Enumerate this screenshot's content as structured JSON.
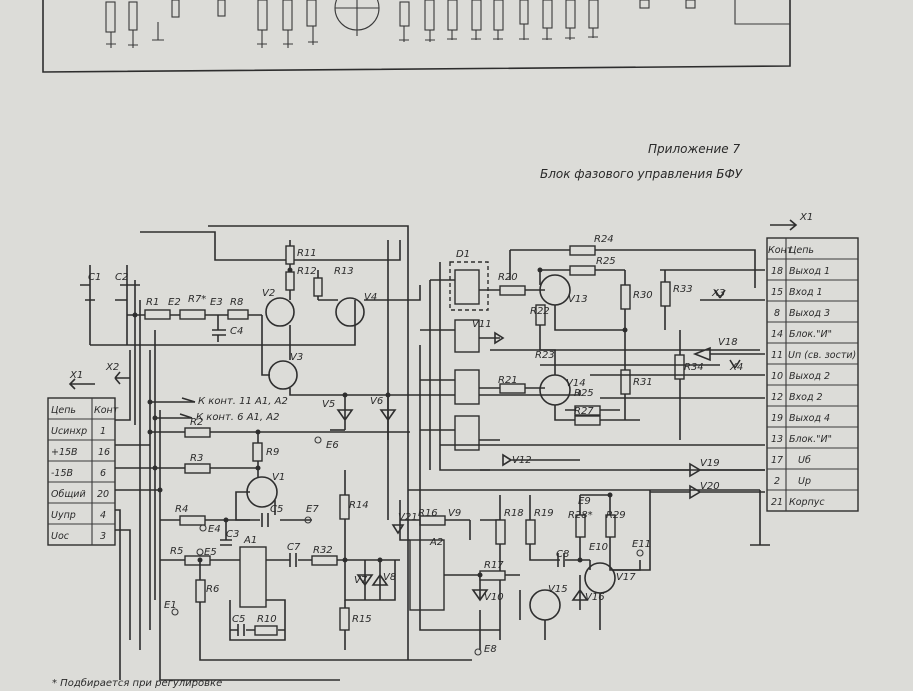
{
  "header": {
    "appendix": "Приложение 7",
    "title": "Блок фазового управления БФУ"
  },
  "footnote": "* Подбирается при регулировке",
  "left_connector": {
    "name": "X1",
    "x2": "X2",
    "col_circuit": "Цепь",
    "col_contact": "Конт",
    "rows": [
      {
        "circuit": "Uсинхр",
        "contact": "1"
      },
      {
        "circuit": "+15В",
        "contact": "16"
      },
      {
        "circuit": "-15В",
        "contact": "6"
      },
      {
        "circuit": "Общий",
        "contact": "20"
      },
      {
        "circuit": "Uупр",
        "contact": "4"
      },
      {
        "circuit": "Uос",
        "contact": "3"
      }
    ]
  },
  "right_connector": {
    "name": "X1",
    "col_contact": "Конт",
    "col_circuit": "Цепь",
    "rows": [
      {
        "contact": "18",
        "circuit": "Выход 1"
      },
      {
        "contact": "15",
        "circuit": "Вход 1"
      },
      {
        "contact": "8",
        "circuit": "Выход 3"
      },
      {
        "contact": "14",
        "circuit": "Блок.\"И\""
      },
      {
        "contact": "11",
        "circuit": "Uп (св. зости)"
      },
      {
        "contact": "10",
        "circuit": "Выход 2"
      },
      {
        "contact": "12",
        "circuit": "Вход 2"
      },
      {
        "contact": "19",
        "circuit": "Выход 4"
      },
      {
        "contact": "13",
        "circuit": "Блок.\"И\""
      },
      {
        "contact": "17",
        "circuit": "Uб"
      },
      {
        "contact": "2",
        "circuit": "Uр"
      },
      {
        "contact": "21",
        "circuit": "Корпус"
      }
    ]
  },
  "notes": {
    "to_contact_11": "К конт. 11 А1, А2",
    "to_contact_6": "К конт. 6 А1, А2"
  },
  "components": {
    "C1": "C1",
    "C2": "C2",
    "R1": "R1",
    "E2": "E2",
    "R7": "R7*",
    "E3": "E3",
    "R8": "R8",
    "C4": "C4",
    "V2": "V2",
    "R11": "R11",
    "R12": "R12",
    "R13": "R13",
    "V4": "V4",
    "V3": "V3",
    "V5": "V5",
    "V6": "V6",
    "E6": "E6",
    "R2": "R2",
    "R9": "R9",
    "R3": "R3",
    "V1": "V1",
    "R4": "R4",
    "E4": "E4",
    "C3": "C3",
    "C5": "C5",
    "E7": "E7",
    "R14": "R14",
    "A1": "A1",
    "E5": "E5",
    "C7": "C7",
    "R5": "R5",
    "R32": "R32",
    "R6": "R6",
    "E1": "E1",
    "C5b": "C5",
    "R10": "R10",
    "V7": "V7",
    "V8": "V8",
    "V21": "V21",
    "R16": "R16",
    "V9": "V9",
    "A2": "A2",
    "R17": "R17",
    "V10": "V10",
    "R15": "R15",
    "E8": "E8",
    "R18": "R18",
    "R19": "R19",
    "E9": "E9",
    "R28": "R28*",
    "R29": "R29",
    "C8": "C8",
    "E10": "E10",
    "E11": "E11",
    "V15": "V15",
    "V16": "V16",
    "V17": "V17",
    "D1": "D1",
    "R20": "R20",
    "V13": "V13",
    "R22": "R22",
    "R24": "R24",
    "R25": "R25",
    "R30": "R30",
    "R33": "R33",
    "X3": "X3",
    "V11": "V11",
    "R23": "R23",
    "V18": "V18",
    "X4": "X4",
    "R21": "R21",
    "V14": "V14",
    "R26": "R25",
    "R27": "R27",
    "R31": "R31",
    "R34": "R34",
    "V12": "V12",
    "V19": "V19",
    "V20": "V20"
  }
}
